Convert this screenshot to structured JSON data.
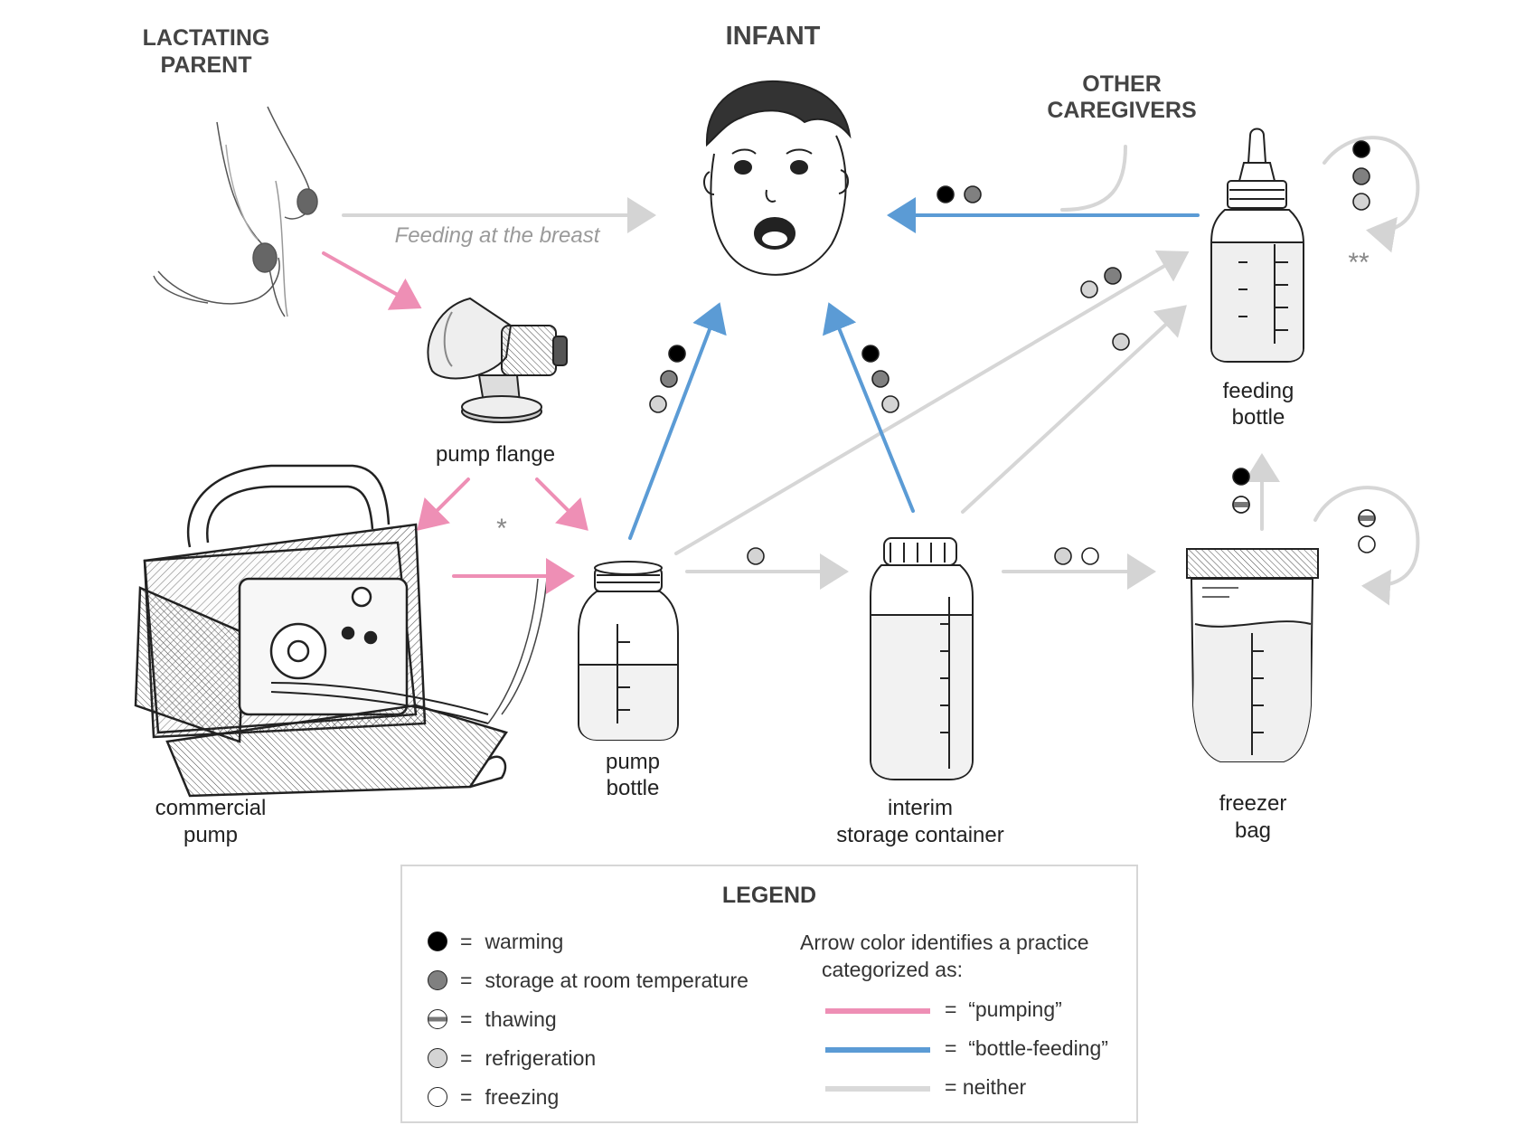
{
  "labels": {
    "lactating_parent": [
      "LACTATING",
      "PARENT"
    ],
    "infant": "INFANT",
    "other_caregivers": [
      "OTHER",
      "CAREGIVERS"
    ],
    "feeding_at_breast": "Feeding at the breast",
    "pump_flange": "pump flange",
    "commercial_pump": [
      "commercial",
      "pump"
    ],
    "pump_bottle": [
      "pump",
      "bottle"
    ],
    "interim_storage": [
      "interim",
      "storage container"
    ],
    "freezer_bag": [
      "freezer",
      "bag"
    ],
    "feeding_bottle": [
      "feeding",
      "bottle"
    ],
    "single_asterisk": "*",
    "double_asterisk": "**"
  },
  "legend": {
    "title": "LEGEND",
    "symbols": [
      {
        "symbol": "warming-dot",
        "eq": "=",
        "label": "warming"
      },
      {
        "symbol": "room-temperature-dot",
        "eq": "=",
        "label": "storage at room temperature"
      },
      {
        "symbol": "thawing-dot",
        "eq": "=",
        "label": "thawing"
      },
      {
        "symbol": "refrigeration-dot",
        "eq": "=",
        "label": "refrigeration"
      },
      {
        "symbol": "freezing-dot",
        "eq": "=",
        "label": "freezing"
      }
    ],
    "arrow_intro": [
      "Arrow color identifies a practice",
      "categorized as:"
    ],
    "arrows": [
      {
        "eq": "=",
        "label": "“pumping”",
        "color": "#ee8fb5"
      },
      {
        "eq": "=",
        "label": "“bottle-feeding”",
        "color": "#5b9bd5"
      },
      {
        "eq": "=",
        "label": "neither",
        "color": "#d9d9d9"
      }
    ]
  },
  "colors": {
    "pumping": "#ee8fb5",
    "bottle_feeding": "#5b9bd5",
    "neither": "#d9d9d9",
    "warming": "#000000",
    "room_temperature": "#808080",
    "refrigeration": "#d4d4d4",
    "freezing": "#ffffff"
  }
}
